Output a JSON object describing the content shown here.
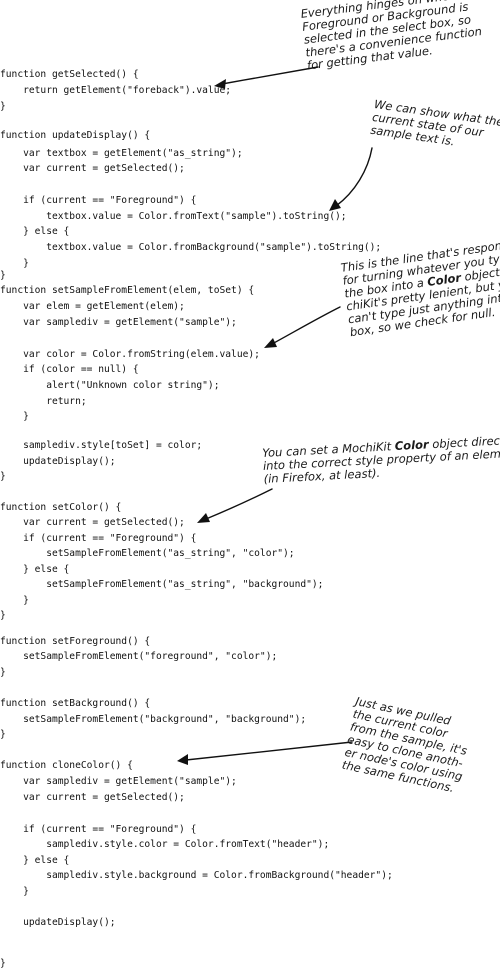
{
  "code_lines": [
    "function getSelected() {",
    "    return getElement(\"foreback\").value;",
    "}",
    "",
    "function updateDisplay() {",
    "    var textbox = getElement(\"as_string\");",
    "    var current = getSelected();",
    "",
    "    if (current == \"Foreground\") {",
    "        textbox.value = Color.fromText(\"sample\").toString();",
    "    } else {",
    "        textbox.value = Color.fromBackground(\"sample\").toString();",
    "    }",
    "}",
    "function setSampleFromElement(elem, toSet) {",
    "    var elem = getElement(elem);",
    "    var sampledіv = getElement(\"sample\");",
    "",
    "    var color = Color.fromString(elem.value);",
    "    if (color == null) {",
    "        alert(\"Unknown color string\");",
    "        return;",
    "    }",
    "",
    "    sampledіv.style[toSet] = color;",
    "    updateDisplay();",
    "}",
    "",
    "function setColor() {",
    "    var current = getSelected();",
    "    if (current == \"Foreground\") {",
    "        setSampleFromElement(\"as_string\", \"color\");",
    "    } else {",
    "        setSampleFromElement(\"as_string\", \"background\");",
    "    }",
    "}",
    "",
    "function setForeground() {",
    "    setSampleFromElement(\"foreground\", \"color\");",
    "}",
    "",
    "function setBackground() {",
    "    setSampleFromElement(\"background\", \"background\");",
    "}",
    "",
    "function cloneColor() {",
    "    var sampledіv = getElement(\"sample\");",
    "    var current = getSelected();",
    "",
    "    if (current == \"Foreground\") {",
    "        sampledіv.style.color = Color.fromText(\"header\");",
    "    } else {",
    "        sampledіv.style.background = Color.fromBackground(\"header\");",
    "    }",
    "",
    "    updateDisplay();",
    "",
    "}"
  ],
  "notes": {
    "get_selected": [
      "Everything hinges on whether",
      "Foreground or Background is",
      "selected in the select box, so",
      "there's a convenience function",
      "for getting that value."
    ],
    "update_display": [
      "We can show what the",
      "current state of our",
      "sample text is."
    ],
    "set_sample": {
      "line1": "This is the line that's responsible",
      "line2": "for turning whatever you type in",
      "line3_before": "the box into a ",
      "line3_bold": "Color",
      "line3_after": " object. Mo-",
      "line4": "chiKit's pretty lenient, but you",
      "line5": "can't type just anything into the",
      "line6": "box, so we check for null."
    },
    "set_style": {
      "line1_before": "You can set a MochiKit ",
      "line1_bold": "Color",
      "line1_after": " object directly",
      "line2": "into the correct style property of an element",
      "line3": "(in Firefox, at least)."
    },
    "clone_color": [
      "Just as we pulled",
      "the current color",
      "from the sample, it's",
      "easy to clone anoth-",
      "er node's color using",
      "the same functions."
    ]
  },
  "colors": {
    "text": "#111111",
    "background": "#ffffff"
  }
}
